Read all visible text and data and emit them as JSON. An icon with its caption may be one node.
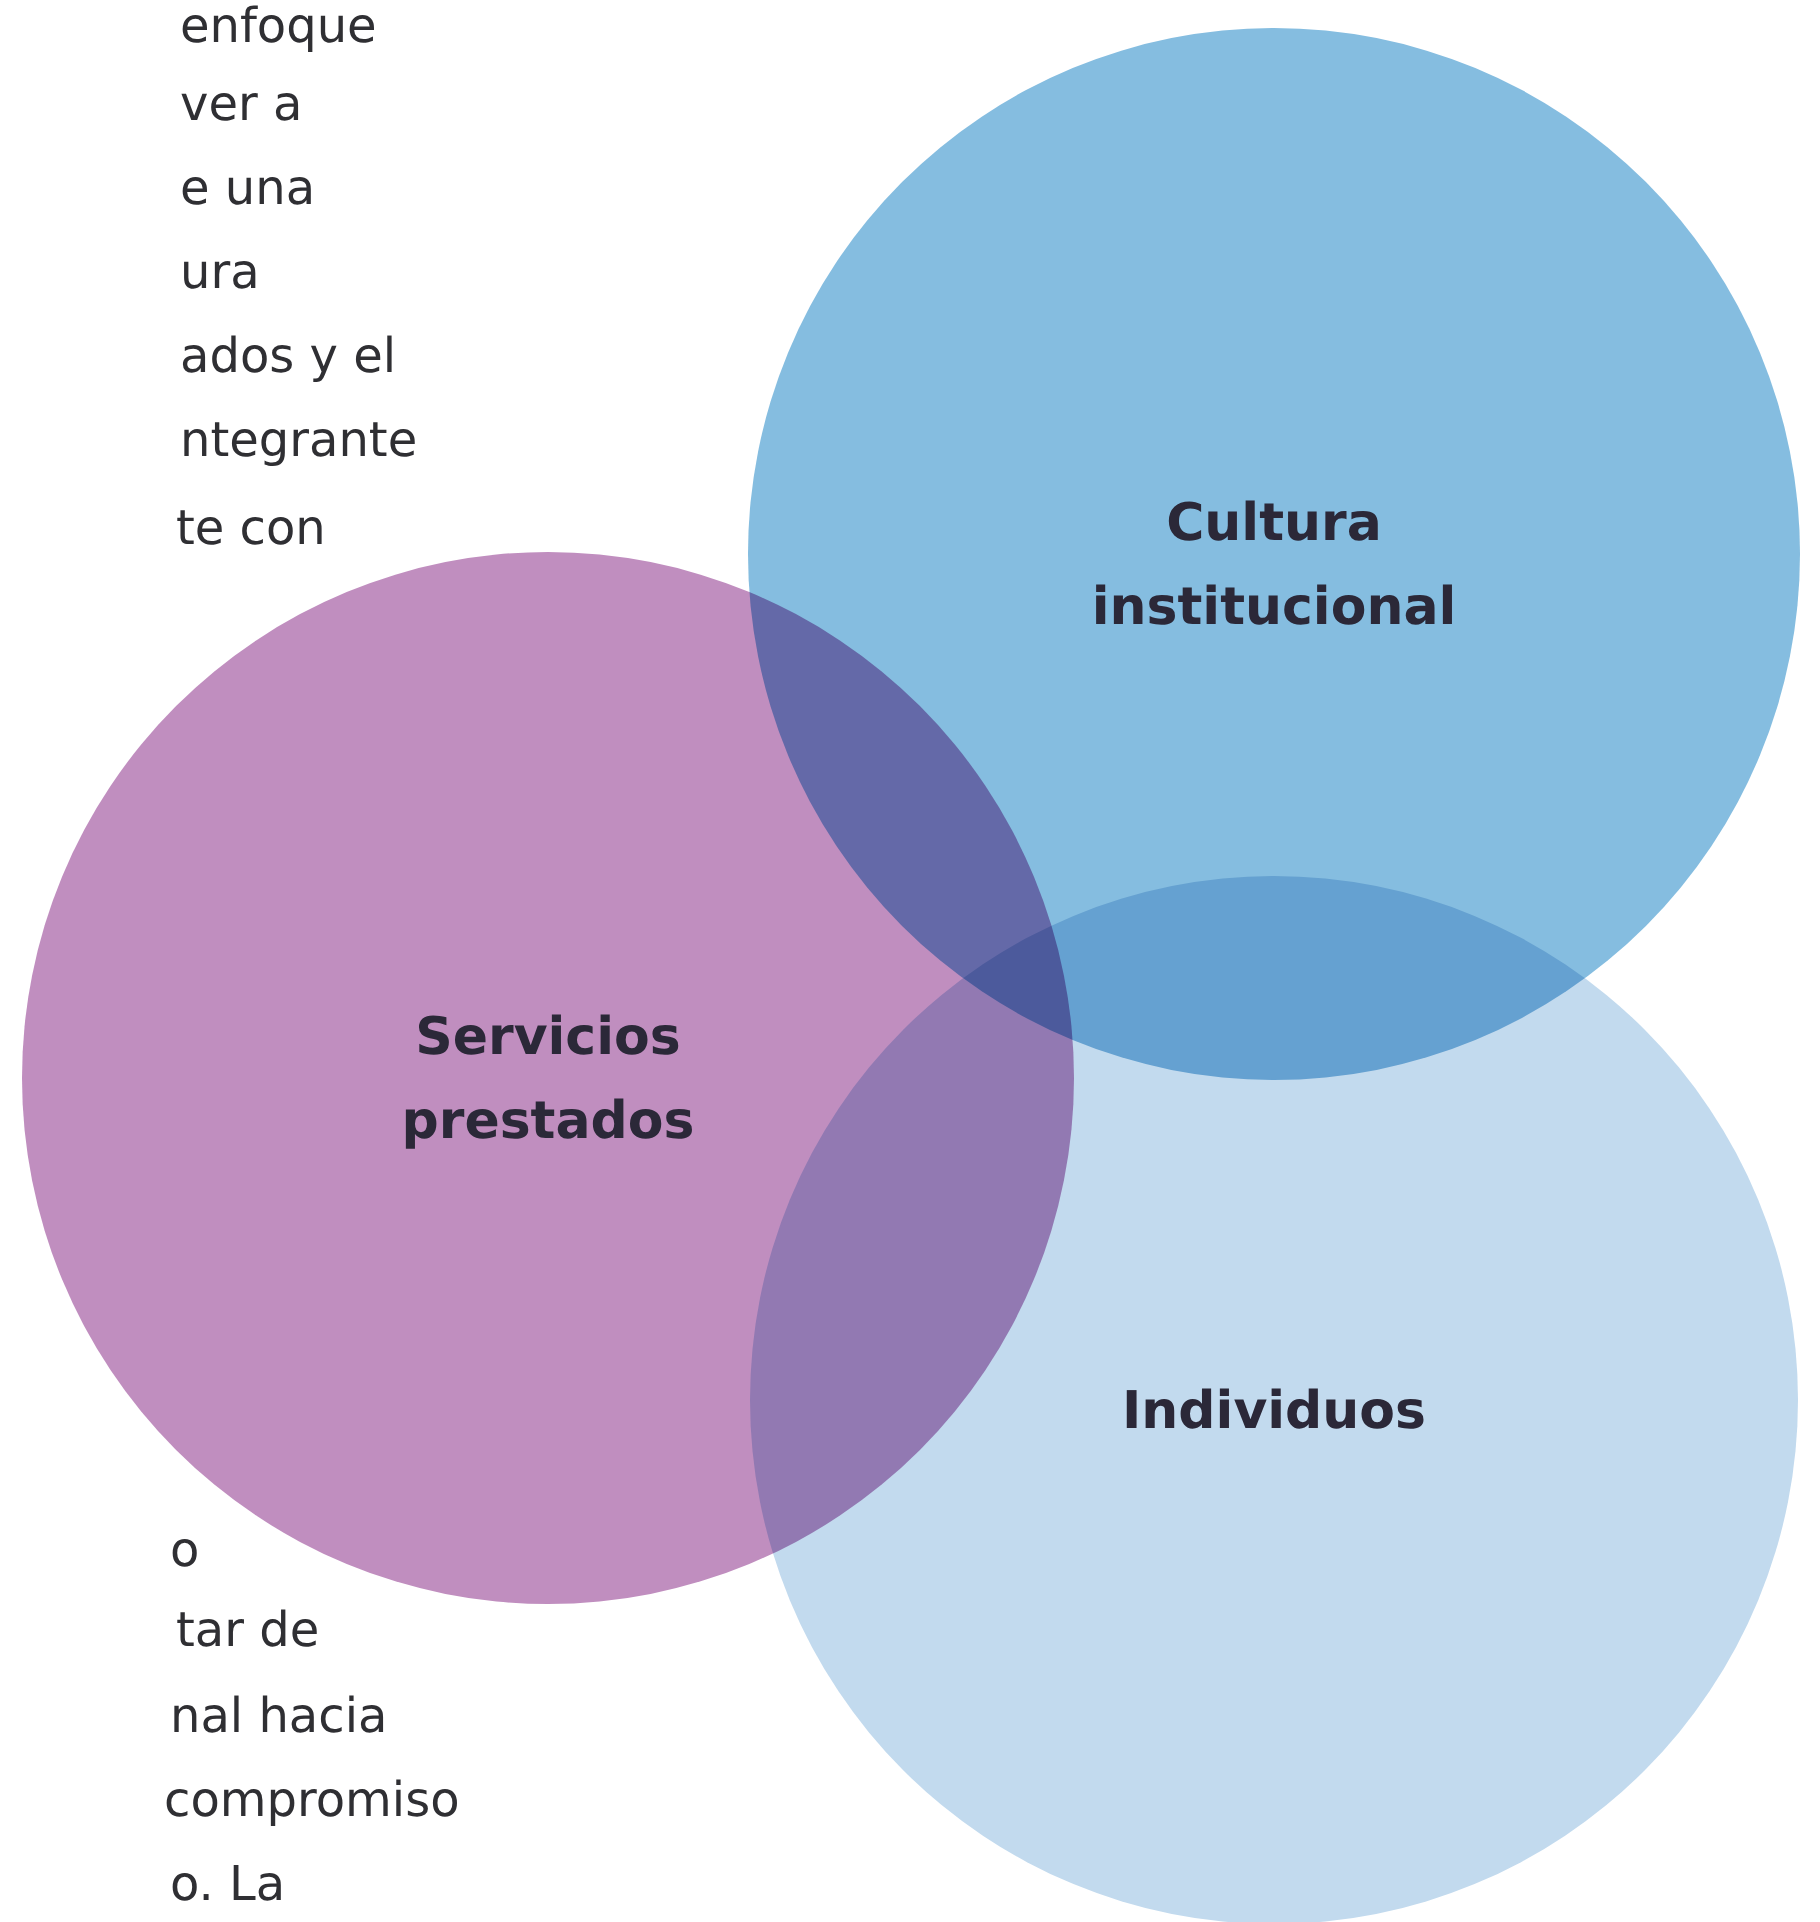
{
  "diagram": {
    "nodes": [
      {
        "text": [
          "Cultura institucional"
        ]
      },
      {
        "text": [
          "Servicios prestados"
        ]
      },
      {
        "text": [
          "Individuos"
        ]
      }
    ],
    "labels": [
      "enfoque",
      "ver a",
      "e una",
      "ura",
      "ados y el",
      "ntegrante",
      "te con",
      "o",
      "tar de",
      "nal hacia",
      "compromiso",
      "o. La"
    ]
  }
}
